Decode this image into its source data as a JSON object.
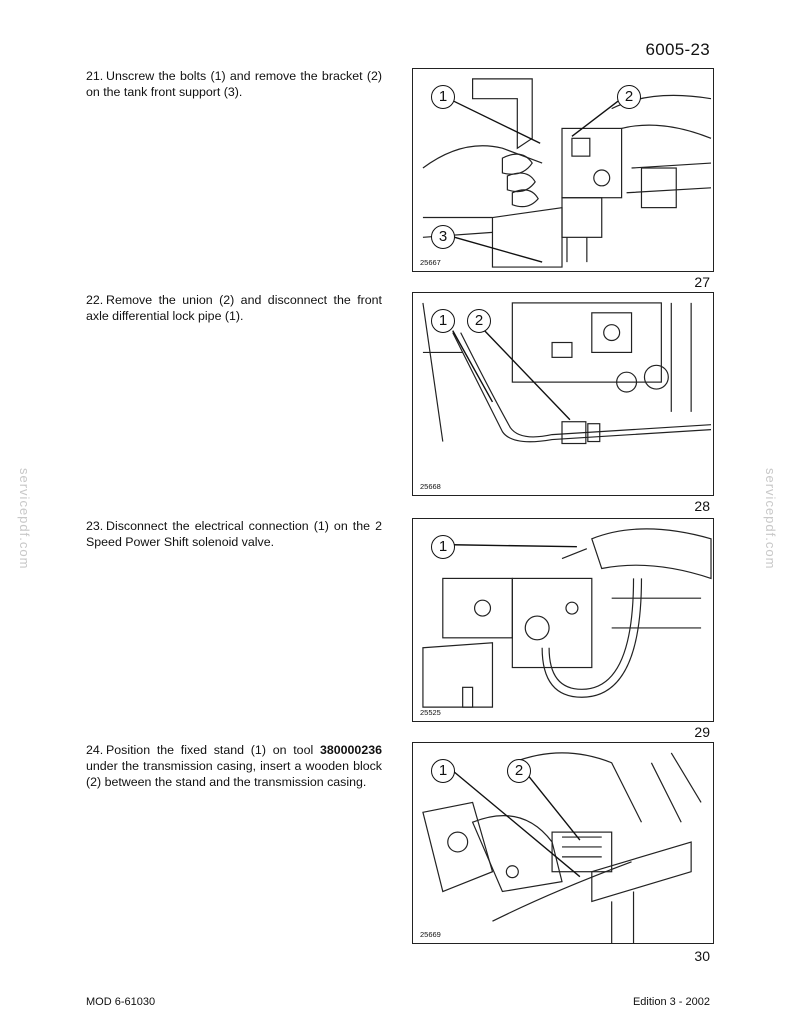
{
  "header": {
    "page_number": "6005-23"
  },
  "watermark": {
    "text": "servicepdf.com"
  },
  "steps": [
    {
      "number": "21.",
      "text": "Unscrew the bolts (1) and remove the bracket (2) on the tank front support (3).",
      "figure": {
        "code": "25667",
        "label": "27",
        "callouts": [
          "1",
          "2",
          "3"
        ]
      }
    },
    {
      "number": "22.",
      "text": "Remove the union (2) and disconnect the front axle differential lock pipe (1).",
      "figure": {
        "code": "25668",
        "label": "28",
        "callouts": [
          "1",
          "2"
        ]
      }
    },
    {
      "number": "23.",
      "text": "Disconnect the electrical connection (1) on the 2 Speed Power Shift solenoid valve.",
      "figure": {
        "code": "25525",
        "label": "29",
        "callouts": [
          "1"
        ]
      }
    },
    {
      "number": "24.",
      "text_before": "Position the fixed stand (1) on tool ",
      "tool": "380000236",
      "text_after": " under the transmission casing, insert a wooden block (2) between the stand and the transmission casing.",
      "figure": {
        "code": "25669",
        "label": "30",
        "callouts": [
          "1",
          "2"
        ]
      }
    }
  ],
  "footer": {
    "left": "MOD 6-61030",
    "right": "Edition 3 - 2002"
  }
}
